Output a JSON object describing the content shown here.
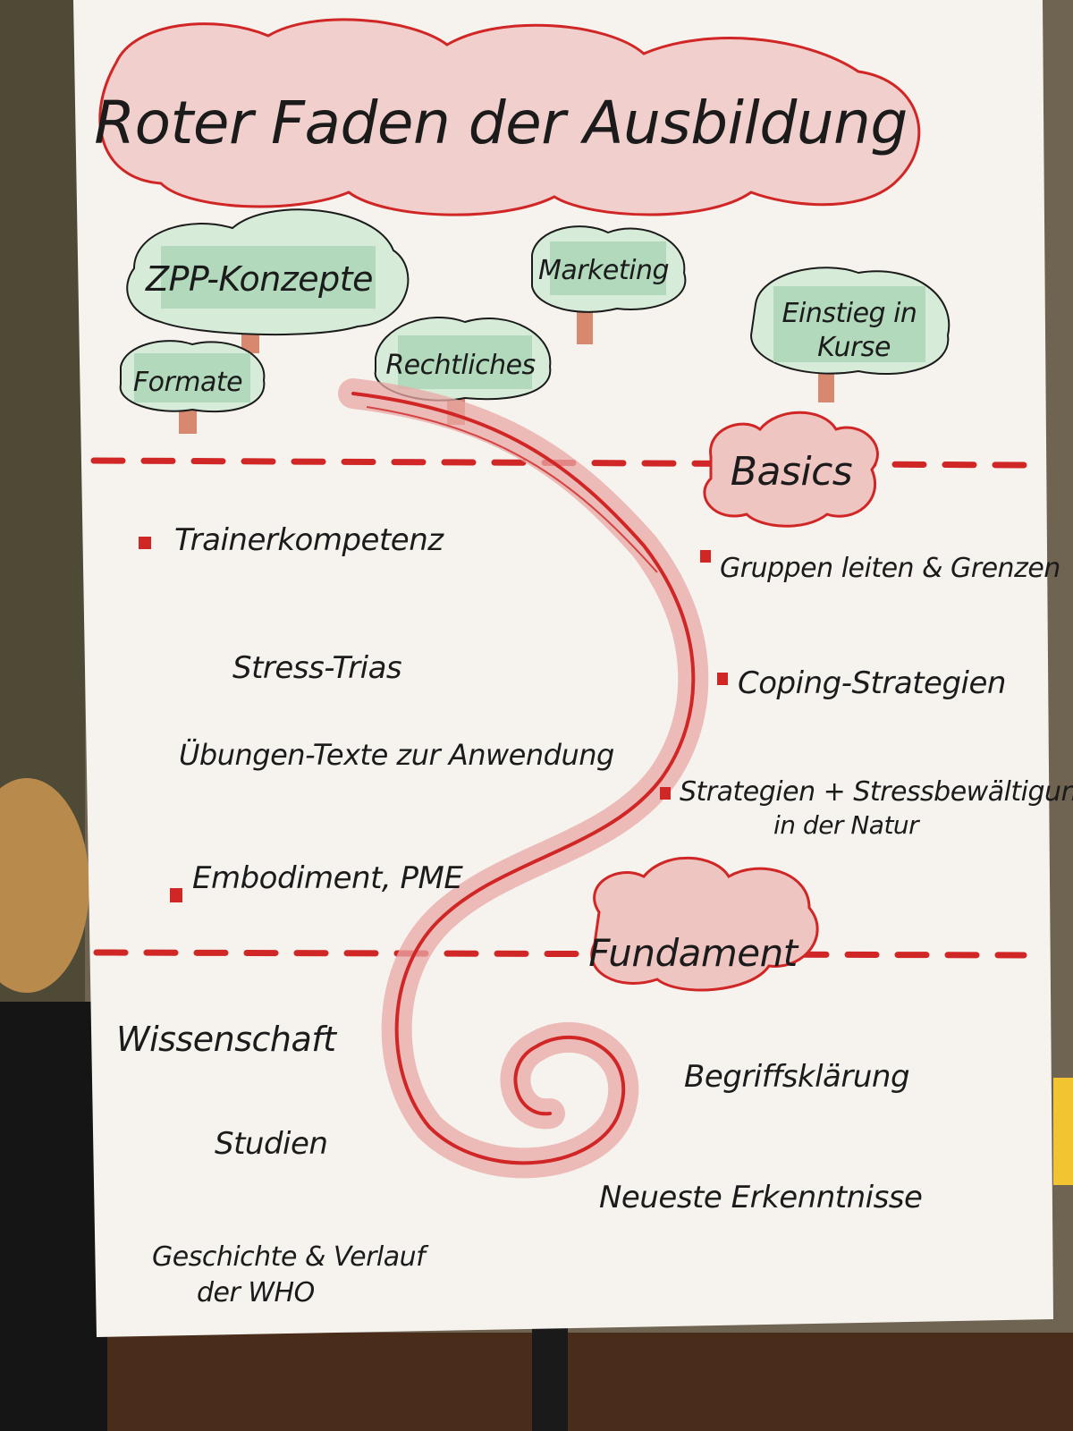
{
  "title": "Roter Faden der Ausbildung",
  "sections": {
    "top": {
      "trees": [
        "ZPP-Konzepte",
        "Marketing",
        "Einstieg in",
        "Kurse",
        "Formate",
        "Rechtliches"
      ]
    },
    "basics": {
      "label": "Basics",
      "left_items": [
        "Trainerkompetenz",
        "Stress-Trias",
        "Übungen-Texte zur Anwendung",
        "Embodiment, PME"
      ],
      "right_items": [
        "Gruppen leiten & Grenzen",
        "Coping-Strategien",
        "Strategien + Stressbewältigung",
        "in der Natur"
      ]
    },
    "fundament": {
      "label": "Fundament",
      "left_items": [
        "Wissenschaft",
        "Studien",
        "Geschichte & Verlauf",
        "der WHO"
      ],
      "right_items": [
        "Begriffsklärung",
        "Neueste Erkenntnisse"
      ]
    }
  },
  "colors": {
    "paper": "#f6f3ef",
    "marker_red": "#d02626",
    "crayon_red": "#e8a8a6",
    "crayon_green": "#a9d4b3",
    "ink": "#1b1b1b",
    "background_wall": "#6f6352",
    "sticky_note": "#f3c431"
  }
}
